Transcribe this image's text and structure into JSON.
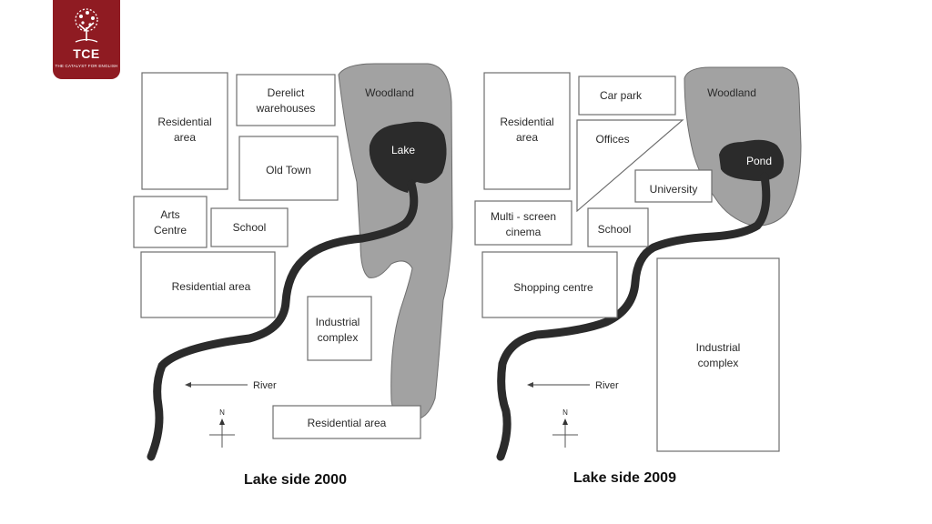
{
  "logo": {
    "abbr": "TCE",
    "tagline": "THE CATALYST FOR ENGLISH",
    "icon": "tree-icon",
    "color": "#8f1b22"
  },
  "colors": {
    "woodland": "#a2a2a2",
    "water": "#2b2b2b",
    "box_stroke": "#6e6e6e"
  },
  "map_2000": {
    "caption": "Lake side 2000",
    "labels": {
      "residential_nw_1": "Residential",
      "residential_nw_2": "area",
      "derelict_1": "Derelict",
      "derelict_2": "warehouses",
      "old_town": "Old Town",
      "arts_1": "Arts",
      "arts_2": "Centre",
      "school": "School",
      "residential_mid": "Residential area",
      "industrial_1": "Industrial",
      "industrial_2": "complex",
      "residential_s": "Residential area",
      "woodland": "Woodland",
      "lake": "Lake",
      "river": "River",
      "north": "N"
    }
  },
  "map_2009": {
    "caption": "Lake side 2009",
    "labels": {
      "residential_1": "Residential",
      "residential_2": "area",
      "car_park": "Car park",
      "offices": "Offices",
      "university": "University",
      "cinema_1": "Multi - screen",
      "cinema_2": "cinema",
      "school": "School",
      "shopping": "Shopping centre",
      "industrial_1": "Industrial",
      "industrial_2": "complex",
      "woodland": "Woodland",
      "pond": "Pond",
      "river": "River",
      "north": "N"
    }
  }
}
